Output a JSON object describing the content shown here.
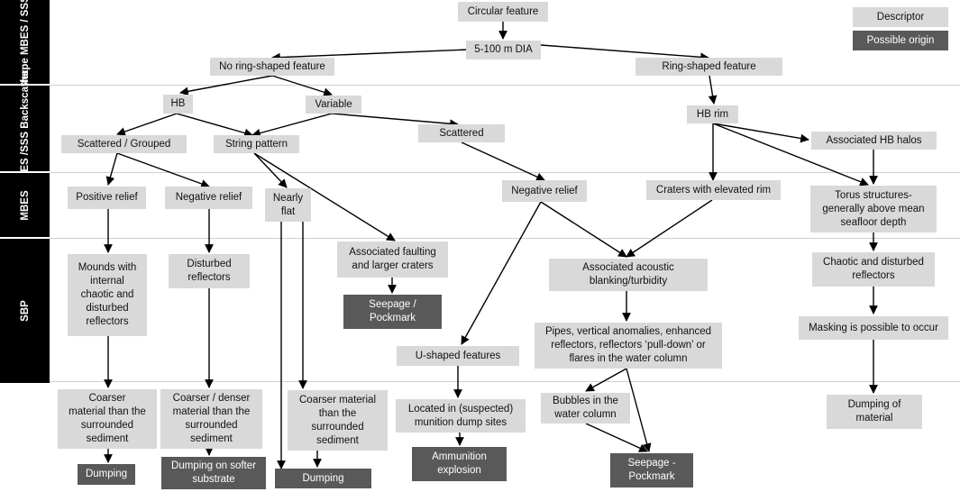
{
  "colors": {
    "descriptor": "#d9d9d9",
    "origin": "#595959",
    "band": "#000000"
  },
  "bands": {
    "shape": "Shape\nMBES / SSS",
    "backscatter": "MBES /SSS\nBackscatter",
    "mbes": "MBES",
    "sbp": "SBP"
  },
  "legend": {
    "descriptor": "Descriptor",
    "origin": "Possible origin"
  },
  "nodes": {
    "circular": "Circular feature",
    "dia": "5-100 m DIA",
    "no_ring": "No ring-shaped feature",
    "ring": "Ring-shaped feature",
    "hb": "HB",
    "variable": "Variable",
    "hb_rim": "HB rim",
    "scattered_grouped": "Scattered / Grouped",
    "string": "String pattern",
    "scattered": "Scattered",
    "halos": "Associated HB halos",
    "pos_relief": "Positive relief",
    "neg_relief1": "Negative relief",
    "nearly_flat": "Nearly\nflat",
    "neg_relief2": "Negative relief",
    "craters": "Craters with elevated rim",
    "torus": "Torus structures-\ngenerally above mean\nseafloor depth",
    "mounds": "Mounds with\ninternal\nchaotic and\ndisturbed\nreflectors",
    "disturbed": "Disturbed\nreflectors",
    "faulting": "Associated faulting\nand larger craters",
    "seep1": "Seepage /\nPockmark",
    "blanking": "Associated acoustic\nblanking/turbidity",
    "chaotic": "Chaotic and disturbed\nreflectors",
    "pipes": "Pipes, vertical anomalies, enhanced\nreflectors, reflectors ‘pull-down’ or\nflares in the water column",
    "masking": "Masking is possible to occur",
    "ushaped": "U-shaped features",
    "coarser1": "Coarser\nmaterial than the\nsurrounded\nsediment",
    "coarser_denser": "Coarser / denser\nmaterial than the\nsurrounded\nsediment",
    "coarser2": "Coarser material\nthan the\nsurrounded\nsediment",
    "located": "Located in (suspected)\nmunition dump sites",
    "bubbles": "Bubbles in the\nwater column",
    "dumping1": "Dumping",
    "dumping_softer": "Dumping on softer\nsubstrate",
    "dumping2": "Dumping",
    "ammo": "Ammunition\nexplosion",
    "seep2": "Seepage -\nPockmark",
    "dumping_material": "Dumping of\nmaterial"
  }
}
